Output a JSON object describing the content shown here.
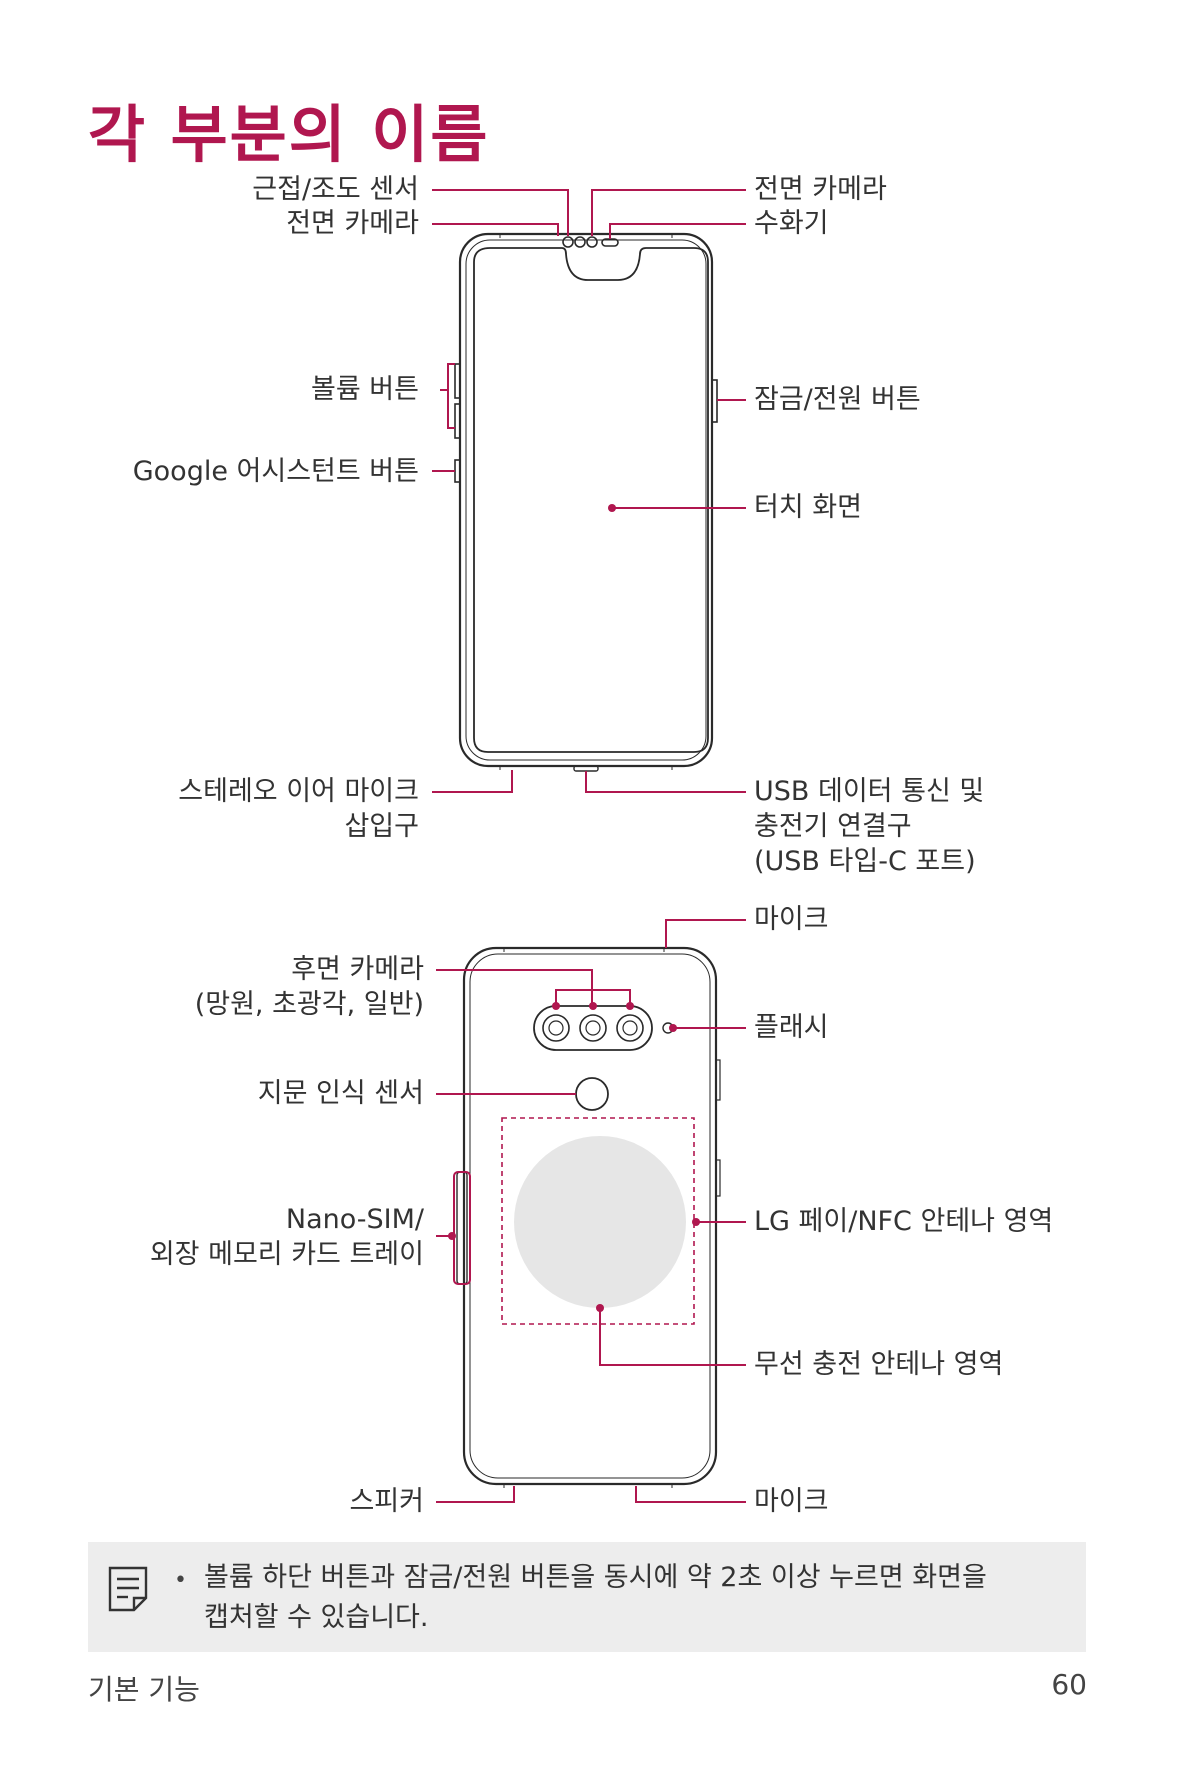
{
  "page_title": "각 부분의 이름",
  "front": {
    "proximity_sensor": "근접/조도 센서",
    "front_camera_left": "전면 카메라",
    "front_camera_right": "전면 카메라",
    "earpiece": "수화기",
    "volume_buttons": "볼륨 버튼",
    "power_button": "잠금/전원 버튼",
    "google_assistant_button": "Google 어시스턴트 버튼",
    "touch_screen": "터치 화면",
    "earphone_jack_line1": "스테레오 이어 마이크",
    "earphone_jack_line2": "삽입구",
    "usb_line1": "USB 데이터 통신 및",
    "usb_line2": "충전기 연결구",
    "usb_line3": "(USB 타입-C 포트)"
  },
  "back": {
    "top_mic": "마이크",
    "rear_camera_line1": "후면 카메라",
    "rear_camera_line2": "(망원, 초광각, 일반)",
    "flash": "플래시",
    "fingerprint": "지문 인식 센서",
    "sim_line1": "Nano-SIM/",
    "sim_line2": "외장 메모리 카드 트레이",
    "nfc_area": "LG 페이/NFC 안테나 영역",
    "wireless_charging": "무선 충전 안테나 영역",
    "speaker": "스피커",
    "bottom_mic": "마이크"
  },
  "note": {
    "icon": "note-icon",
    "text_line1": "볼륨 하단 버튼과 잠금/전원 버튼을 동시에 약 2초 이상 누르면 화면을",
    "text_line2": "캡처할 수 있습니다."
  },
  "footer": {
    "section": "기본 기능",
    "page_number": "60"
  },
  "colors": {
    "accent": "#b0174f",
    "leader": "#b0174f",
    "device_outline": "#2a2a2a",
    "note_bg": "#ededed",
    "charging_circle": "#e6e6e6"
  }
}
